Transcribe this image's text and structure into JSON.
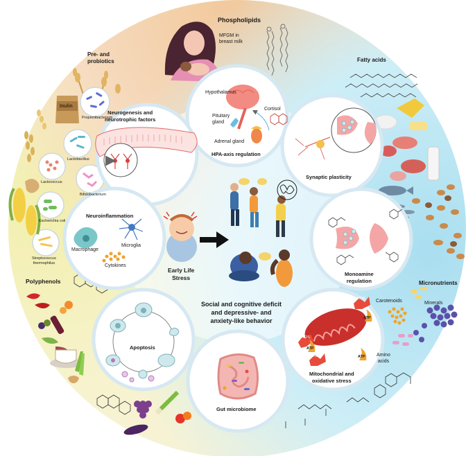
{
  "top_labels": {
    "phospholipids": "Phospholipids",
    "mfgm": "MFGM in\nbreast milk",
    "pre_probiotics": "Pre- and\nprobiotics",
    "fatty_acids": "Fatty acids",
    "polyphenols": "Polyphenols",
    "micronutrients": "Micronutrients"
  },
  "probiotics": {
    "inulin": "Inulin",
    "propionibacterium": "Propionibacterium",
    "lactobacillus": "Lactobacillus",
    "lactococcus": "Lactococcus",
    "bifidobacterium": "Bifidobacterium",
    "escherichia": "Escherichia coli",
    "streptococcus": "Streptococcus\nthermophilus"
  },
  "micro": {
    "minerals": "Minerals",
    "carotenoids": "Carotenoids",
    "amino_acids": "Amino\nacids"
  },
  "nodes": {
    "hpa": {
      "title": "HPA-axis regulation",
      "hypothalamus": "Hypothalamus",
      "pituitary": "Pituitary\ngland",
      "cortisol": "Cortisol",
      "adrenal": "Adrenal gland"
    },
    "neurogenesis": {
      "title": "Neurogenesis and\nneurotrophic factors"
    },
    "synaptic": {
      "title": "Synaptic plasticity"
    },
    "neuroinflammation": {
      "title": "Neuroinflammation",
      "microglia": "Microglia",
      "macrophage": "Macrophage",
      "cytokines": "Cytokines"
    },
    "monoamine": {
      "title": "Monoamine\nregulation"
    },
    "apoptosis": {
      "title": "Apoptosis"
    },
    "mitochondrial": {
      "title": "Mitochondrial and\noxidative stress",
      "ros": "ROS",
      "atp": "ATP"
    },
    "gut": {
      "title": "Gut microbiome"
    }
  },
  "center": {
    "early_life_stress": "Early Life\nStress",
    "outcome": "Social and cognitive deficit\nand depressive- and\nanxiety-like behavior"
  },
  "colors": {
    "bg_left": "#f4f0b8",
    "bg_top": "#f4cfa6",
    "bg_right": "#bfe6f2",
    "node_ring": "#d6e8f2",
    "arrow": "#111111"
  }
}
